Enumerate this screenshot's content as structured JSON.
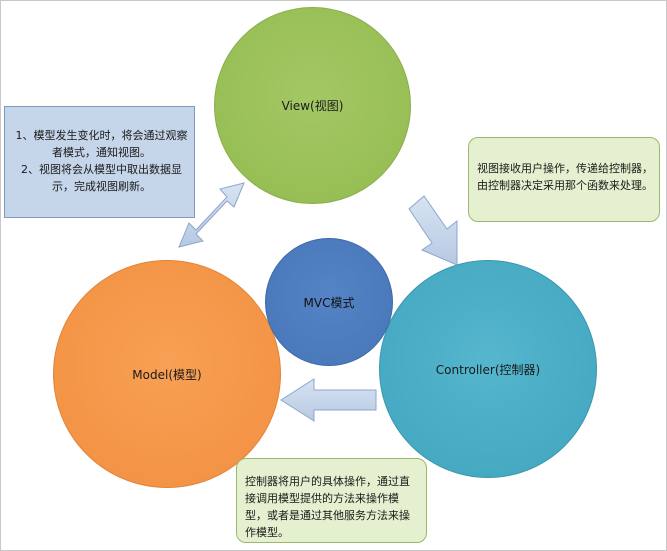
{
  "circles": {
    "view": "View(视图)",
    "model": "Model(模型)",
    "controller": "Controller(控制器)",
    "center": "MVC模式"
  },
  "notes": {
    "observer": [
      "1、模型发生变化时，将会通过观察者模式，通知视图。",
      "2、视图将会从模型中取出数据显示，完成视图刷新。"
    ],
    "view_to_controller": "视图接收用户操作，传递给控制器，由控制器决定采用那个函数来处理。",
    "controller_to_model": "控制器将用户的具体操作，通过直接调用模型提供的方法来操作模型，或者是通过其他服务方法来操作模型。"
  },
  "colors": {
    "view": "#98bf56",
    "model": "#f39446",
    "controller": "#47aac3",
    "center": "#4a79bb",
    "arrow_fill": "#c5d5ea",
    "arrow_stroke": "#8da6cc"
  }
}
